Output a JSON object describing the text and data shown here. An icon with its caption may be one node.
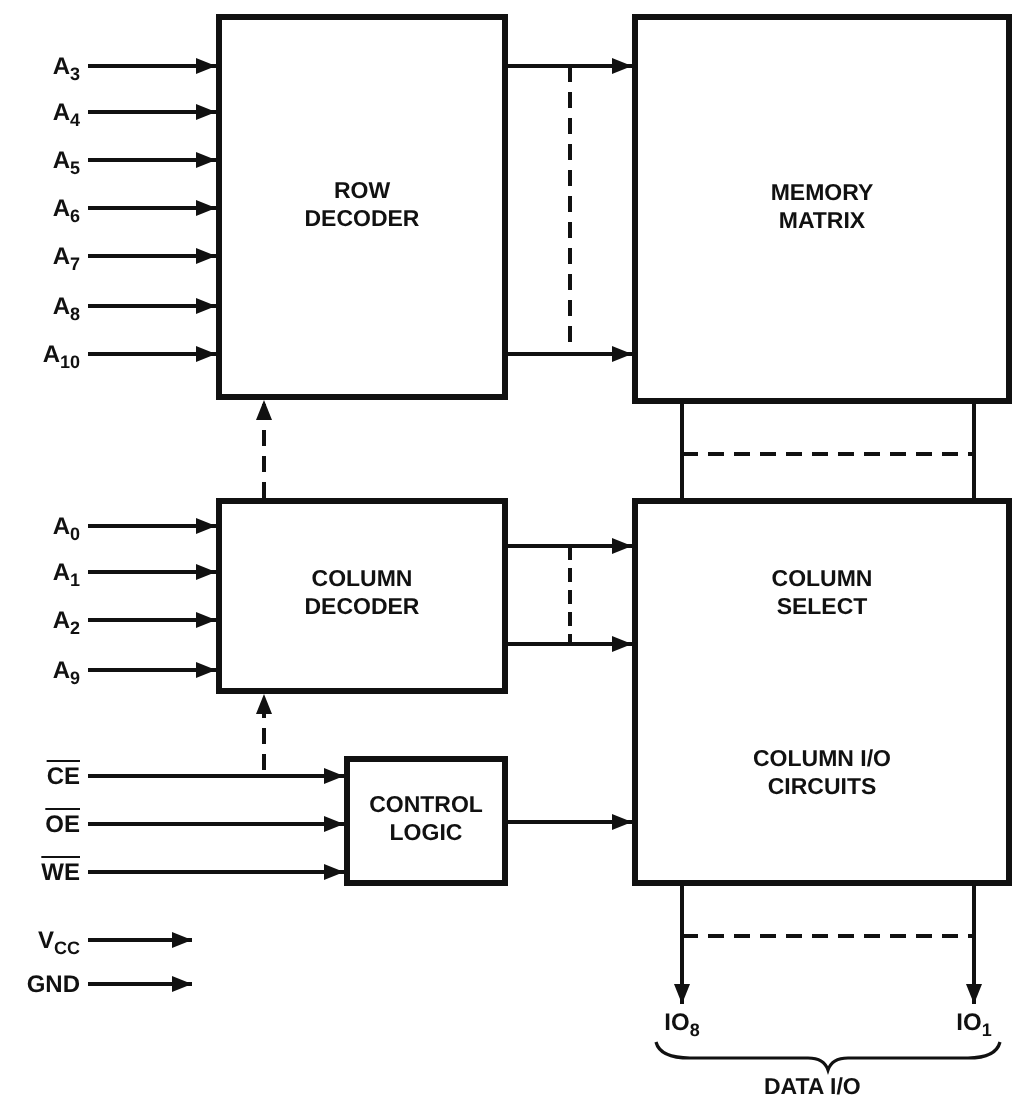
{
  "diagram": {
    "nodes": [
      {
        "text": [
          "ROW DECODER"
        ]
      },
      {
        "text": [
          "MEMORY MATRIX"
        ]
      },
      {
        "text": [
          "COLUMN DECODER"
        ]
      },
      {
        "text": [
          "COLUMN SELECT",
          "COLUMN I/O CIRCUITS"
        ]
      },
      {
        "text": [
          "CONTROL LOGIC"
        ]
      },
      {
        "text": [
          "A$_{3}$"
        ]
      },
      {
        "text": [
          "A$_{4}$"
        ]
      },
      {
        "text": [
          "A$_{5}$"
        ]
      },
      {
        "text": [
          "A$_{6}$"
        ]
      },
      {
        "text": [
          "A$_{7}$"
        ]
      },
      {
        "text": [
          "A$_{8}$"
        ]
      },
      {
        "text": [
          "A$_{10}$"
        ]
      },
      {
        "text": [
          "A$_{0}$"
        ]
      },
      {
        "text": [
          "A$_{1}$"
        ]
      },
      {
        "text": [
          "A$_{2}$"
        ]
      },
      {
        "text": [
          "A$_{9}$"
        ]
      },
      {
        "text": [
          "CE"
        ]
      },
      {
        "text": [
          "OE"
        ]
      },
      {
        "text": [
          "WE"
        ]
      },
      {
        "text": [
          "V$_{CC}$"
        ]
      },
      {
        "text": [
          "GND"
        ]
      },
      {
        "text": [
          "IO$_{8}$"
        ]
      },
      {
        "text": [
          "IO$_{1}$"
        ]
      }
    ],
    "edges": [
      {
        "from": 5,
        "to": 0,
        "arrow": "to"
      },
      {
        "from": 6,
        "to": 0,
        "arrow": "to"
      },
      {
        "from": 7,
        "to": 0,
        "arrow": "to"
      },
      {
        "from": 8,
        "to": 0,
        "arrow": "to"
      },
      {
        "from": 9,
        "to": 0,
        "arrow": "to"
      },
      {
        "from": 10,
        "to": 0,
        "arrow": "to"
      },
      {
        "from": 11,
        "to": 0,
        "arrow": "to"
      },
      {
        "from": 0,
        "to": 1,
        "arrow": "to"
      },
      {
        "from": 0,
        "to": 1,
        "arrow": "to"
      },
      {
        "from": 2,
        "to": 0,
        "arrow": "to",
        "style": "dashed"
      },
      {
        "from": 12,
        "to": 2,
        "arrow": "to"
      },
      {
        "from": 13,
        "to": 2,
        "arrow": "to"
      },
      {
        "from": 14,
        "to": 2,
        "arrow": "to"
      },
      {
        "from": 15,
        "to": 2,
        "arrow": "to"
      },
      {
        "from": 2,
        "to": 3,
        "arrow": "to"
      },
      {
        "from": 2,
        "to": 3,
        "arrow": "to"
      },
      {
        "from": 16,
        "to": 4,
        "arrow": "to"
      },
      {
        "from": 17,
        "to": 4,
        "arrow": "to"
      },
      {
        "from": 18,
        "to": 4,
        "arrow": "to"
      },
      {
        "from": 16,
        "to": 2,
        "arrow": "to",
        "style": "dashed"
      },
      {
        "from": 4,
        "to": 3,
        "arrow": "to"
      },
      {
        "from": 1,
        "to": 3,
        "arrow": "none"
      },
      {
        "from": 1,
        "to": 3,
        "arrow": "none"
      },
      {
        "from": 3,
        "to": 21,
        "arrow": "to"
      },
      {
        "from": 3,
        "to": 22,
        "arrow": "to"
      },
      {
        "from": 19,
        "to": null,
        "arrow": "to"
      },
      {
        "from": 20,
        "to": null,
        "arrow": "to"
      }
    ],
    "labels": [
      "DATA I/O"
    ]
  }
}
